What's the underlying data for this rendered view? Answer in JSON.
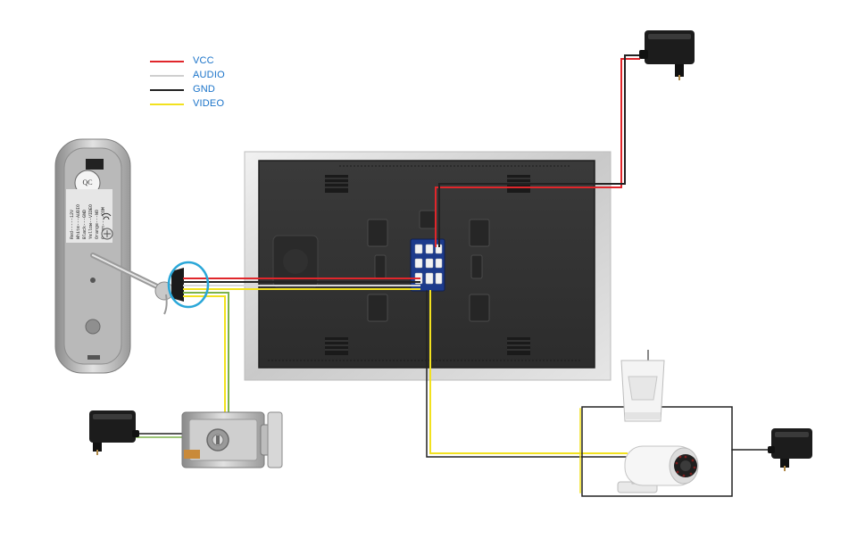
{
  "legend": {
    "items": [
      {
        "label": "VCC",
        "color": "#e0262b"
      },
      {
        "label": "AUDIO",
        "color": "#d9d9d9"
      },
      {
        "label": "GND",
        "color": "#222222"
      },
      {
        "label": "VIDEO",
        "color": "#f2e11e"
      }
    ]
  },
  "colors": {
    "vcc": "#e0262b",
    "audio": "#d9d9d9",
    "gnd": "#222222",
    "video": "#f2e11e",
    "highlight": "#2aa7d8",
    "bracket": "#7bb24a"
  },
  "doorbell": {
    "badge": "QC",
    "label_lines": [
      "Red-----12V",
      "White---AUDIO",
      "Black---GND",
      "Yellow--VIDEO",
      "Orange---NO",
      "Green----COM"
    ],
    "icon_names": [
      "wifi-icon",
      "qc-badge",
      "screw-icon"
    ]
  },
  "components": {
    "icons": [
      "power-adapter-icon",
      "indoor-monitor",
      "electric-lock-icon",
      "pir-sensor-icon",
      "cctv-camera-icon"
    ]
  }
}
